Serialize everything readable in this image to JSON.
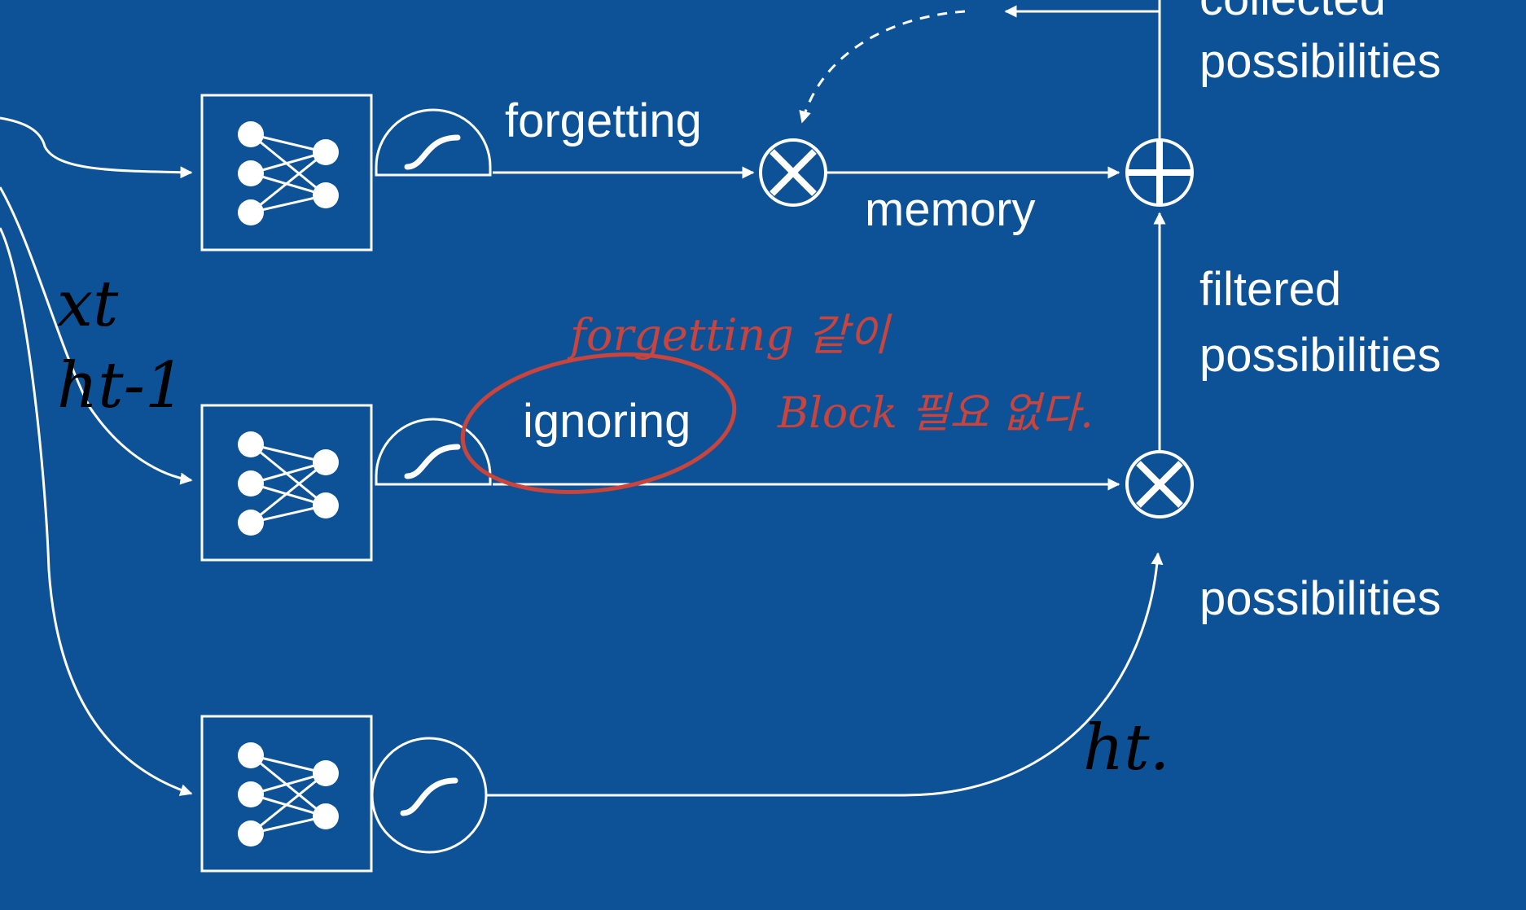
{
  "colors": {
    "background": "#0d5296",
    "lines": "#ffffff",
    "ink_black": "#000000",
    "ink_red": "#c8443c"
  },
  "labels": {
    "collected_line1": "collected",
    "collected_line2": "possibilities",
    "forgetting": "forgetting",
    "memory": "memory",
    "filtered_line1": "filtered",
    "filtered_line2": "possibilities",
    "ignoring": "ignoring",
    "possibilities": "possibilities"
  },
  "annotations": {
    "xt": "xt",
    "ht1": "ht-1",
    "ht": "ht.",
    "red_line1": "forgetting 같이",
    "red_line2": "Block 필요 없다."
  },
  "icons": [
    "neural-network-icon",
    "sigmoid-icon",
    "multiply-icon",
    "add-icon"
  ]
}
